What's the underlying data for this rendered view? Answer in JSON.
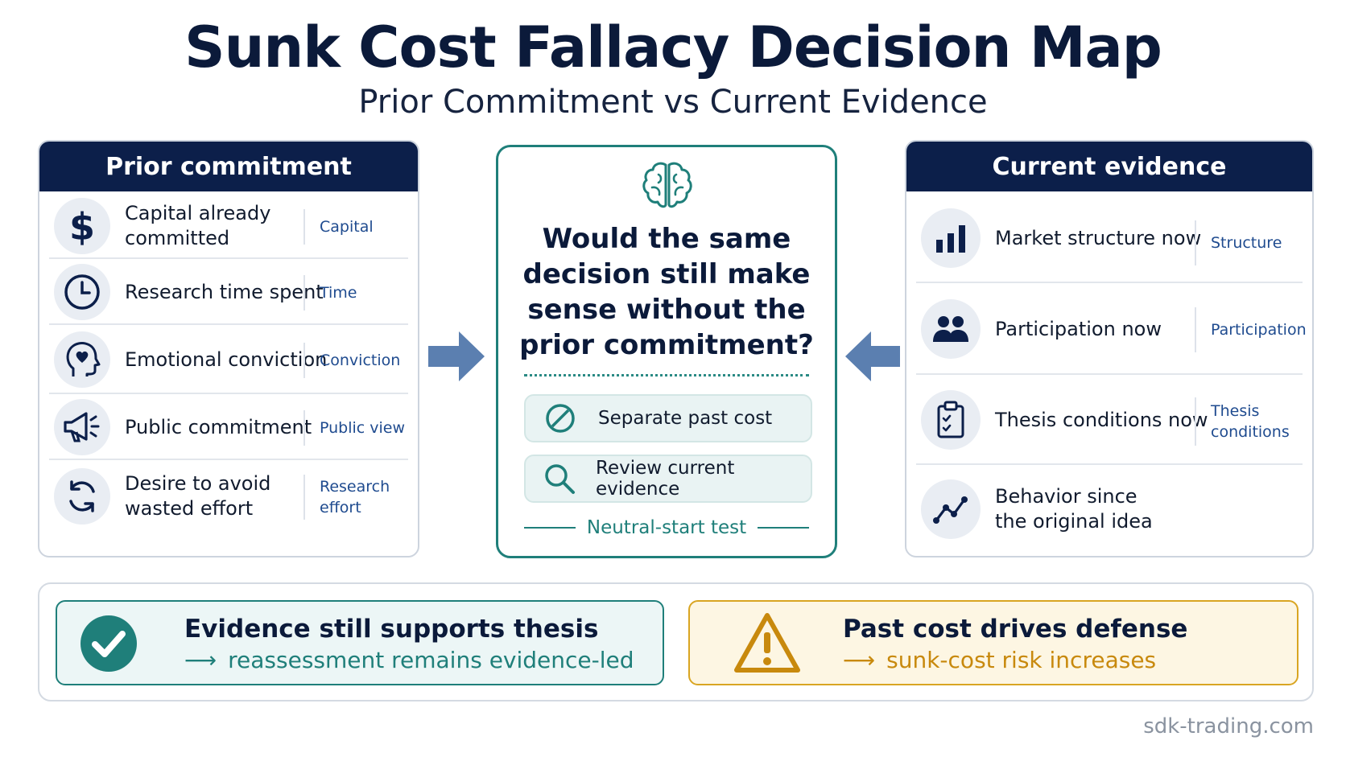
{
  "header": {
    "title": "Sunk Cost Fallacy Decision Map",
    "subtitle": "Prior Commitment vs Current Evidence"
  },
  "left_panel": {
    "heading": "Prior commitment",
    "items": [
      {
        "label": "Capital already committed",
        "tag": "Capital",
        "icon": "dollar-icon"
      },
      {
        "label": "Research time spent",
        "tag": "Time",
        "icon": "clock-icon"
      },
      {
        "label": "Emotional conviction",
        "tag": "Conviction",
        "icon": "head-heart-icon"
      },
      {
        "label": "Public commitment",
        "tag": "Public view",
        "icon": "megaphone-icon"
      },
      {
        "label": "Desire to avoid wasted effort",
        "tag": "Research effort",
        "icon": "refresh-icon"
      }
    ]
  },
  "center": {
    "icon": "brain-icon",
    "question": "Would the same decision still make sense without the prior commitment?",
    "steps": [
      {
        "label": "Separate past cost",
        "icon": "no-symbol-icon"
      },
      {
        "label": "Review current evidence",
        "icon": "search-icon"
      }
    ],
    "footer_label": "Neutral-start test"
  },
  "right_panel": {
    "heading": "Current evidence",
    "items": [
      {
        "label": "Market structure now",
        "tag": "Structure",
        "icon": "bar-chart-icon"
      },
      {
        "label": "Participation now",
        "tag": "Participation",
        "icon": "people-icon"
      },
      {
        "label": "Thesis conditions now",
        "tag": "Thesis conditions",
        "icon": "clipboard-check-icon"
      },
      {
        "label": "Behavior since the original idea",
        "tag": "",
        "icon": "line-trend-icon"
      }
    ]
  },
  "outcomes": {
    "good": {
      "title": "Evidence still supports thesis",
      "arrow": "⟶",
      "result": "reassessment remains evidence-led",
      "icon": "check-circle-icon"
    },
    "bad": {
      "title": "Past cost drives defense",
      "arrow": "⟶",
      "result": "sunk-cost risk increases",
      "icon": "warning-icon"
    }
  },
  "colors": {
    "navy": "#0c1f4a",
    "teal": "#1f7f7a",
    "amber": "#d9a522",
    "arrow_blue": "#5b7fb0"
  },
  "footer": {
    "site": "sdk-trading.com"
  }
}
